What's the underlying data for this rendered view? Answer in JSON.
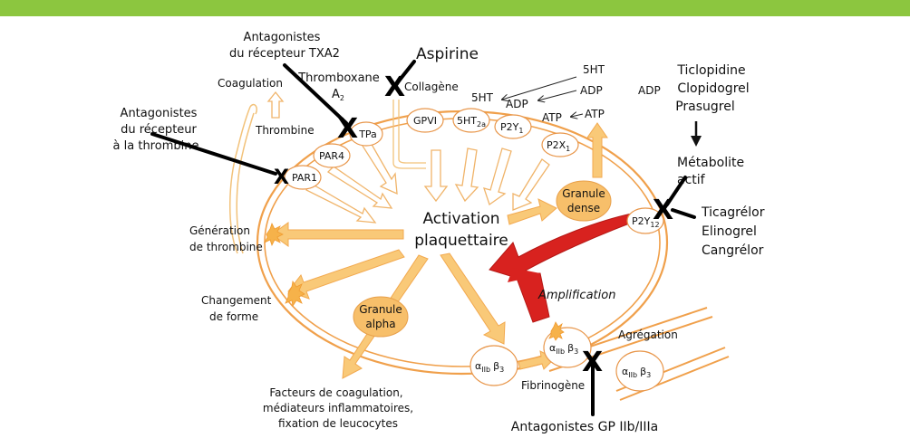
{
  "colors": {
    "top_bar": "#8cc63f",
    "membrane": "#f0a04b",
    "arrow_fill": "#f9c978",
    "granule": "#f7bf6a",
    "amplification": "#d8221f"
  },
  "labels": {
    "antagonists_txa2": [
      "Antagonistes",
      "du récepteur TXA2"
    ],
    "antagonists_thrombin": [
      "Antagonistes",
      "du récepteur",
      "à la thrombine"
    ],
    "aspirine": "Aspirine",
    "thromboxane": "Thromboxane",
    "a2": "A",
    "a2_sub": "2",
    "collagene": "Collagène",
    "coagulation": "Coagulation",
    "thrombine": "Thrombine",
    "ht5_top": "5HT",
    "adp_top": "ADP",
    "ht5_mid": "5HT",
    "adp_mid": "ADP",
    "atp_left": "ATP",
    "atp_right": "ATP",
    "adp_right": "ADP",
    "drugs_p2y12": [
      "Ticlopidine",
      "Clopidogrel",
      "Prasugrel"
    ],
    "metabolite": [
      "Métabolite",
      "actif"
    ],
    "drugs_direct": [
      "Ticagrélor",
      "Elinogrel",
      "Cangrélor"
    ],
    "generation": [
      "Génération",
      "de thrombine"
    ],
    "changement": [
      "Changement",
      "de forme"
    ],
    "activation": [
      "Activation",
      "plaquettaire"
    ],
    "granule_dense": [
      "Granule",
      "dense"
    ],
    "granule_alpha": [
      "Granule",
      "alpha"
    ],
    "amplification": "Amplification",
    "agregation": "Agrégation",
    "fibrinogene": "Fibrinogène",
    "facteurs": [
      "Facteurs de coagulation,",
      "médiateurs inflammatoires,",
      "fixation de leucocytes"
    ],
    "gp_antagonists": "Antagonistes GP IIb/IIIa"
  },
  "receptors": {
    "tpa": "TPa",
    "gpvi": "GPVI",
    "ht2a": "5HT",
    "ht2a_sub": "2a",
    "p2y1": "P2Y",
    "p2y1_sub": "1",
    "p2x1": "P2X",
    "p2x1_sub": "1",
    "par4": "PAR4",
    "par1": "PAR1",
    "p2y12": "P2Y",
    "p2y12_sub": "12",
    "integrin": "α",
    "integrin_sub": "IIb",
    "integrin_b": "β",
    "integrin_b_sub": "3"
  },
  "block_marks": "X"
}
